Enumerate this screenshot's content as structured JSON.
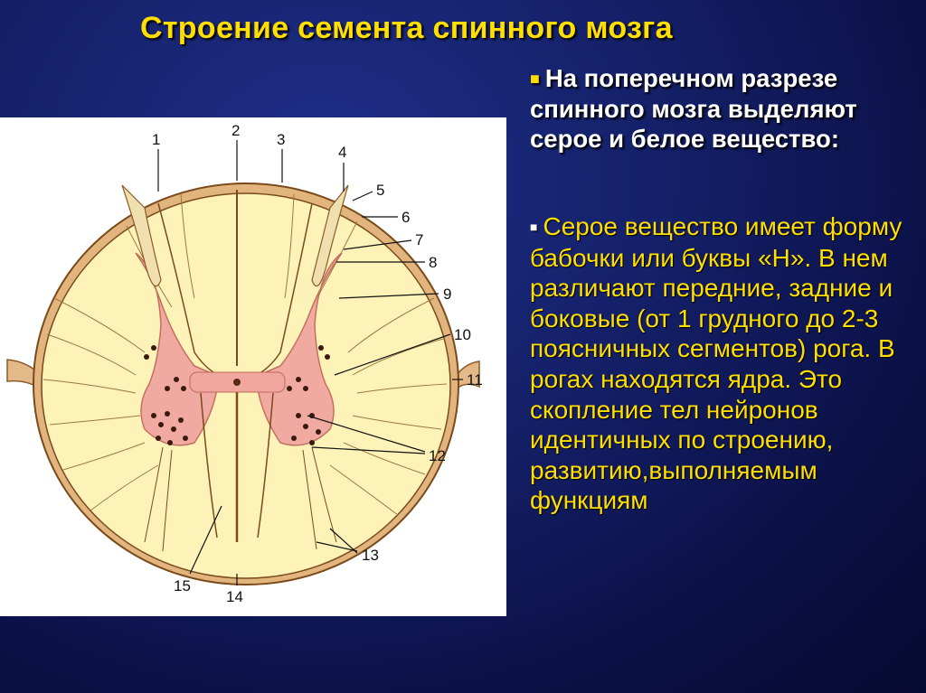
{
  "slide": {
    "title": "Строение семента спинного мозга",
    "lead": "На поперечном разрезе спинного мозга выделяют серое и белое вещество:",
    "body": "Серое вещество имеет форму бабочки или буквы «Н». В нем различают передние, задние и боковые (от 1 грудного до 2-3 поясничных сегментов) рога. В рогах находятся ядра. Это скопление тел нейронов идентичных по строению, развитию,выполняемым функциям"
  },
  "diagram": {
    "labels": [
      "1",
      "2",
      "3",
      "4",
      "5",
      "6",
      "7",
      "8",
      "9",
      "10",
      "11",
      "12",
      "13",
      "14",
      "15"
    ]
  },
  "colors": {
    "background": "#142068",
    "title": "#ffde00",
    "lead_text": "#ffffff",
    "body_text": "#ffde00",
    "white_matter": "#fdf3b8",
    "gray_matter": "#f1a7a0",
    "membrane": "#d9a66a"
  }
}
